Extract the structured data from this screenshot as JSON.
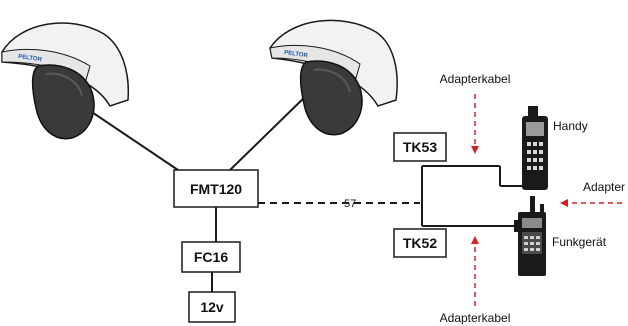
{
  "nodes": {
    "fmt120": "FMT120",
    "fc16": "FC16",
    "power": "12v",
    "tk53": "TK53",
    "tk52": "TK52"
  },
  "labels": {
    "link_number": "57",
    "adapterkabel_top": "Adapterkabel",
    "adapterkabel_bottom": "Adapterkabel",
    "adapter": "Adapter",
    "handy": "Handy",
    "funkgeraet": "Funkgerät"
  },
  "helmet_logo": "PELTOR",
  "colors": {
    "arrow": "#d0222a",
    "line": "#1a1a1a",
    "helmet_shell": "#f2f2f2",
    "earcup": "#3a3a3a",
    "visor": "#e6e6e6"
  }
}
